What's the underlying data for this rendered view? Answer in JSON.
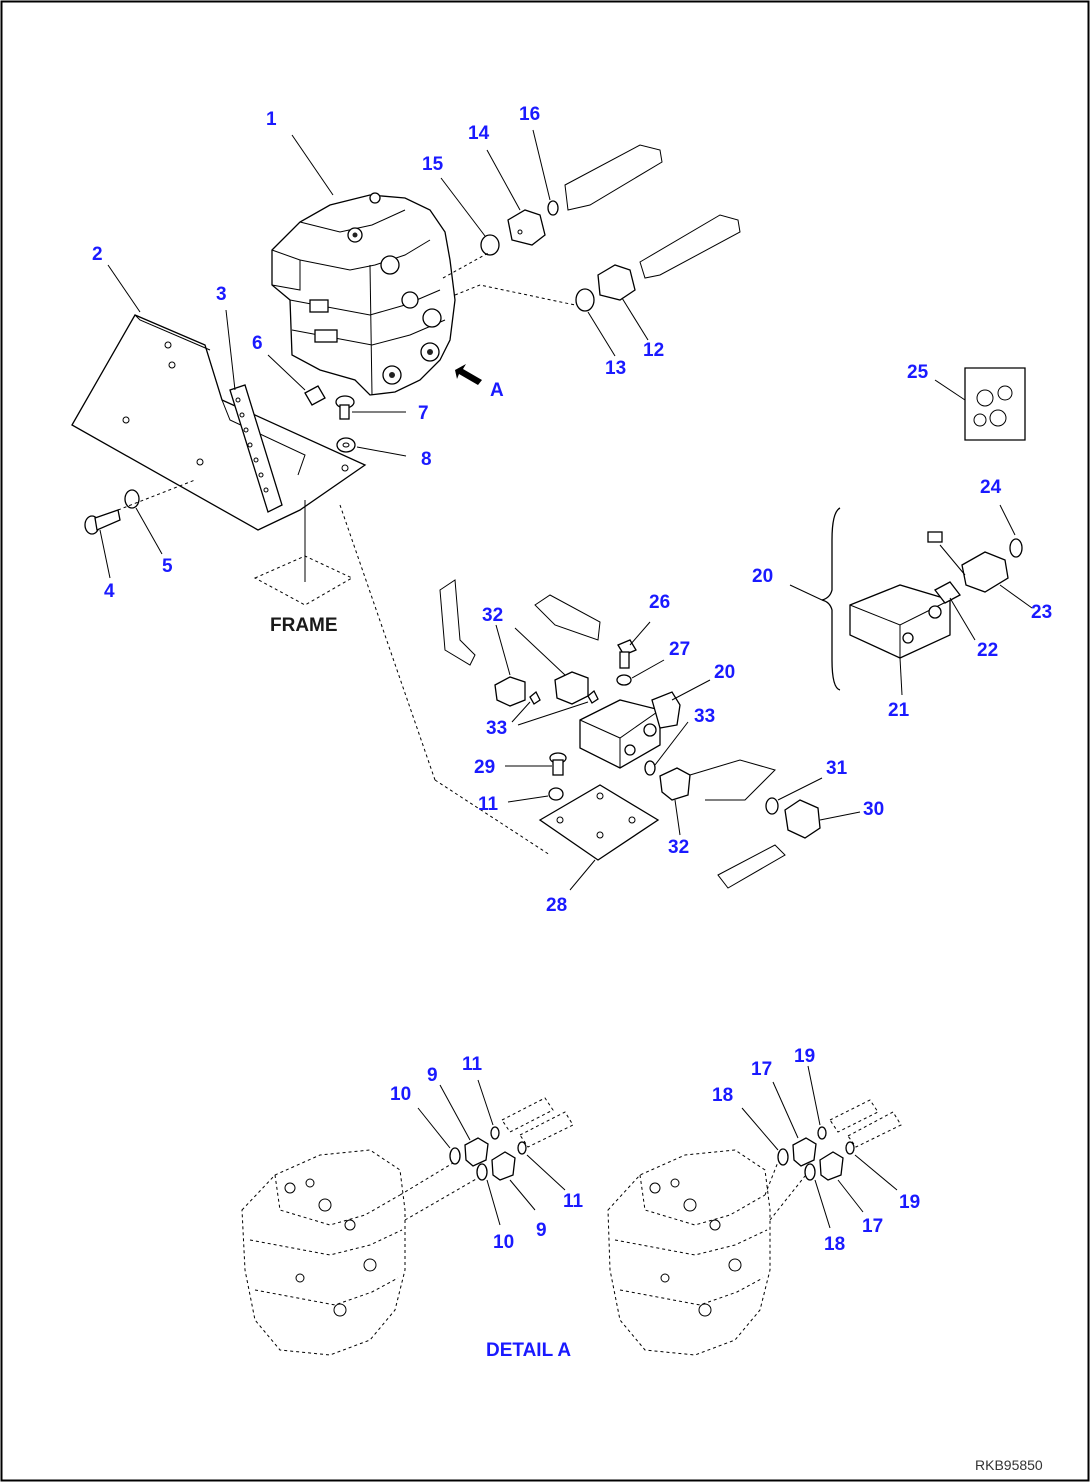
{
  "diagram": {
    "drawing_code": "RKB95850",
    "labels": {
      "frame": "FRAME",
      "detail": "DETAIL A",
      "arrow_view": "A"
    },
    "callouts": {
      "c1": "1",
      "c2": "2",
      "c3": "3",
      "c4": "4",
      "c5": "5",
      "c6": "6",
      "c7": "7",
      "c8": "8",
      "c12": "12",
      "c13": "13",
      "c14": "14",
      "c15": "15",
      "c16": "16",
      "c20a": "20",
      "c21": "21",
      "c22": "22",
      "c23": "23",
      "c24": "24",
      "c25": "25",
      "c26": "26",
      "c27": "27",
      "c20b": "20",
      "c32a": "32",
      "c33a": "33",
      "c33b": "33",
      "c29": "29",
      "c11a": "11",
      "c28": "28",
      "c32b": "32",
      "c31": "31",
      "c30": "30",
      "c10a": "10",
      "c9a": "9",
      "c11b": "11",
      "c11c": "11",
      "c9b": "9",
      "c10b": "10",
      "c18a": "18",
      "c17a": "17",
      "c19a": "19",
      "c19b": "19",
      "c17b": "17",
      "c18b": "18"
    }
  }
}
